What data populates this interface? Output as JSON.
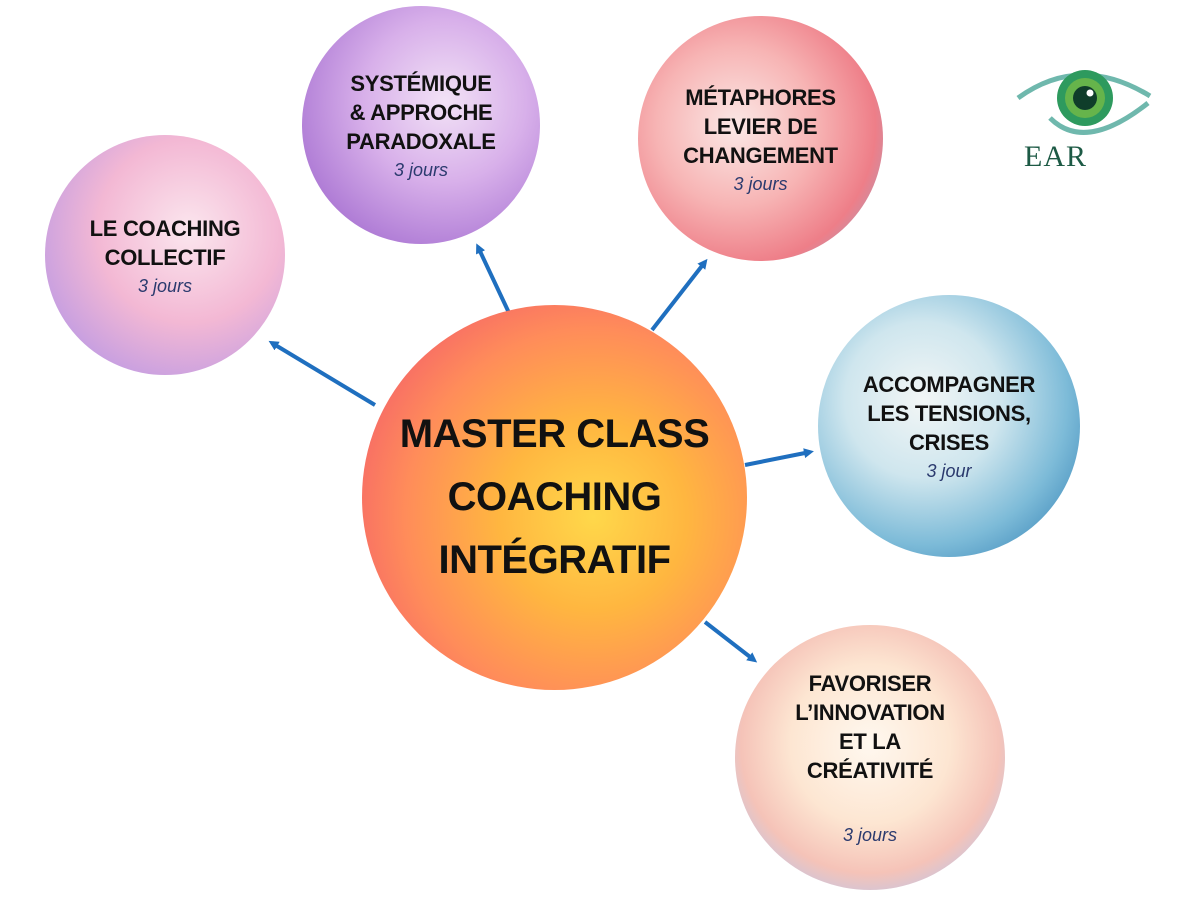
{
  "center": {
    "lines": [
      "MASTER CLASS",
      "COACHING",
      "INTÉGRATIF"
    ]
  },
  "modules": [
    {
      "id": "collectif",
      "lines": [
        "LE COACHING",
        "COLLECTIF"
      ],
      "duration": "3 jours"
    },
    {
      "id": "systemique",
      "lines": [
        "SYSTÉMIQUE",
        "& APPROCHE",
        "PARADOXALE"
      ],
      "duration": "3 jours"
    },
    {
      "id": "metaphores",
      "lines": [
        "MÉTAPHORES",
        "LEVIER DE",
        "CHANGEMENT"
      ],
      "duration": "3 jours"
    },
    {
      "id": "tensions",
      "lines": [
        "ACCOMPAGNER",
        "LES TENSIONS,",
        "CRISES"
      ],
      "duration": "3 jour"
    },
    {
      "id": "innovation",
      "lines": [
        "FAVORISER",
        "L’INNOVATION",
        "ET LA",
        "CRÉATIVITÉ"
      ],
      "duration": "3 jours"
    }
  ],
  "logo": {
    "text": "EAR"
  },
  "colors": {
    "arrow": "#1f6fbf",
    "logo": "#1d5a45"
  }
}
